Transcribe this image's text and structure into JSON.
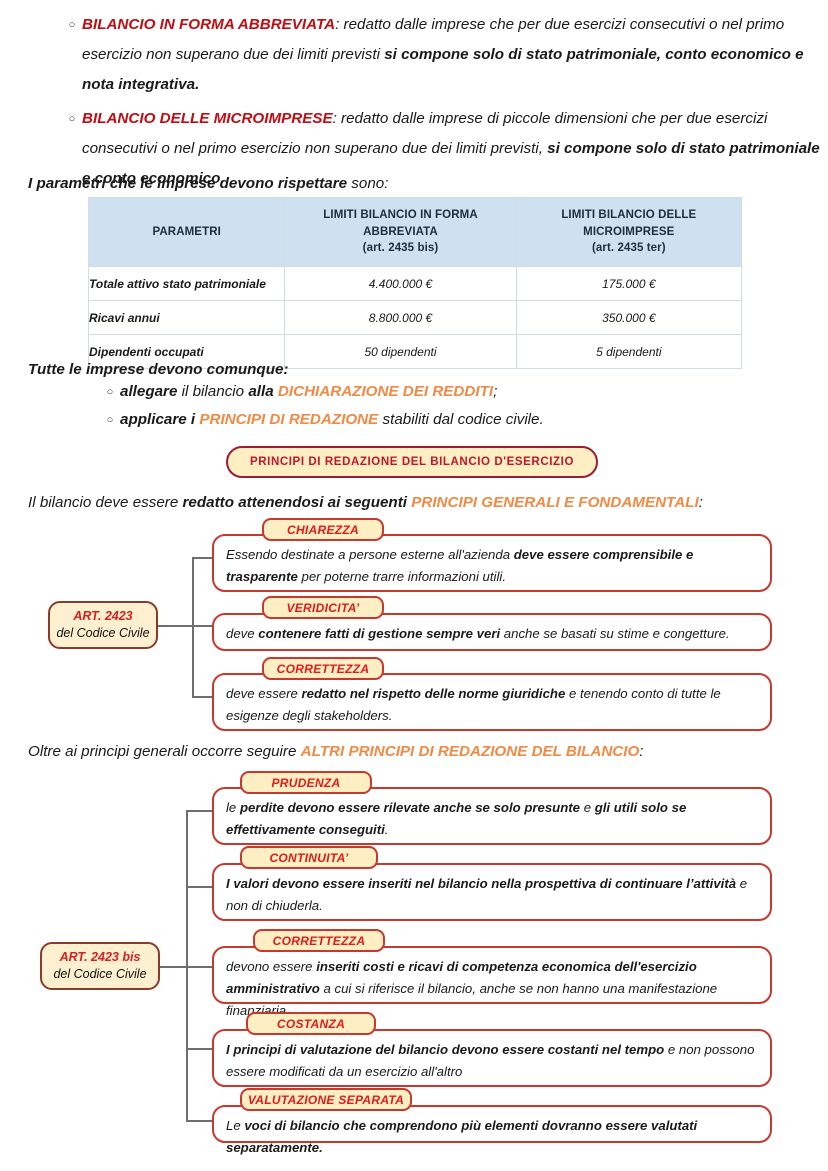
{
  "bullets": [
    {
      "marker": "○",
      "segments": [
        {
          "text": "BILANCIO IN FORMA ABBREVIATA",
          "style": "red-bold"
        },
        {
          "text": ": redatto dalle imprese che per due esercizi consecutivi o nel primo esercizio non superano due dei limiti previsti ",
          "style": "plain"
        },
        {
          "text": "si compone solo di stato patrimoniale, conto economico e nota integrativa.",
          "style": "bold"
        }
      ]
    },
    {
      "marker": "○",
      "segments": [
        {
          "text": "BILANCIO DELLE MICROIMPRESE",
          "style": "red-bold"
        },
        {
          "text": ": redatto dalle imprese di piccole dimensioni che per due esercizi consecutivi o nel primo esercizio non superano due dei limiti previsti, ",
          "style": "plain"
        },
        {
          "text": "si compone solo di stato patrimoniale e conto economico.",
          "style": "bold"
        }
      ]
    }
  ],
  "intro_table": {
    "bold_part": "I parametri che le imprese devono rispettare",
    "plain_part": " sono:"
  },
  "table": {
    "headers": [
      "PARAMETRI",
      "LIMITI BILANCIO IN FORMA ABBREVIATA (art. 2435 bis)",
      "LIMITI BILANCIO DELLE MICROIMPRESE (art. 2435 ter)"
    ],
    "header_lines": [
      [
        "PARAMETRI"
      ],
      [
        "LIMITI BILANCIO IN FORMA",
        "ABBREVIATA",
        "(art. 2435 bis)"
      ],
      [
        "LIMITI BILANCIO DELLE",
        "MICROIMPRESE",
        "(art. 2435 ter)"
      ]
    ],
    "rows": [
      {
        "param": "Totale attivo stato patrimoniale",
        "abbreviata": "4.400.000 €",
        "microimprese": "175.000 €"
      },
      {
        "param": "Ricavi annui",
        "abbreviata": "8.800.000 €",
        "microimprese": "350.000 €"
      },
      {
        "param": "Dipendenti occupati",
        "abbreviata": "50 dipendenti",
        "microimprese": "5 dipendenti"
      }
    ],
    "header_bg": "#cfe1f0"
  },
  "tutte_heading": "Tutte le imprese devono comunque:",
  "tutte_bullets": [
    {
      "marker": "○",
      "segments": [
        {
          "text": "allegare",
          "style": "bold"
        },
        {
          "text": " il bilancio ",
          "style": "plain"
        },
        {
          "text": "alla",
          "style": "bold"
        },
        {
          "text": " ",
          "style": "plain"
        },
        {
          "text": "DICHIARAZIONE DEI REDDITI",
          "style": "orange"
        },
        {
          "text": ";",
          "style": "plain"
        }
      ]
    },
    {
      "marker": "○",
      "segments": [
        {
          "text": "applicare i",
          "style": "bold"
        },
        {
          "text": " ",
          "style": "plain"
        },
        {
          "text": "PRINCIPI DI REDAZIONE",
          "style": "orange"
        },
        {
          "text": " stabiliti dal codice civile.",
          "style": "plain"
        }
      ]
    }
  ],
  "banner": {
    "label": "PRINCIPI DI REDAZIONE DEL BILANCIO D'ESERCIZIO",
    "border_color": "#9e1b32",
    "fill_color": "#fdeec3",
    "text_color": "#c0162c"
  },
  "lead_diagram1": {
    "plain1": "Il bilancio deve essere ",
    "bold": "redatto attenendosi ai seguenti",
    "plain2": " ",
    "orange": "PRINCIPI GENERALI E FONDAMENTALI",
    "plain3": ":"
  },
  "diagram1": {
    "node": {
      "line1": "ART. 2423",
      "line2": "del Codice Civile"
    },
    "items": [
      {
        "label": "CHIAREZZA",
        "segments": [
          {
            "text": "Essendo destinate a persone esterne all'azienda ",
            "style": "plain"
          },
          {
            "text": "deve essere comprensibile e trasparente",
            "style": "bold"
          },
          {
            "text": " per poterne trarre informazioni utili.",
            "style": "plain"
          }
        ]
      },
      {
        "label": "VERIDICITA’",
        "segments": [
          {
            "text": "deve ",
            "style": "plain"
          },
          {
            "text": "contenere fatti di gestione sempre veri",
            "style": "bold"
          },
          {
            "text": " anche se basati su stime e congetture.",
            "style": "plain"
          }
        ]
      },
      {
        "label": "CORRETTEZZA",
        "segments": [
          {
            "text": "deve essere ",
            "style": "plain"
          },
          {
            "text": "redatto nel rispetto delle norme giuridiche",
            "style": "bold"
          },
          {
            "text": " e tenendo conto di tutte le esigenze degli stakeholders.",
            "style": "plain"
          }
        ]
      }
    ]
  },
  "lead_diagram2": {
    "plain1": "Oltre ai principi generali occorre seguire ",
    "orange": "ALTRI PRINCIPI DI REDAZIONE DEL BILANCIO",
    "plain2": ":"
  },
  "diagram2": {
    "node": {
      "line1": "ART. 2423 bis",
      "line2": "del Codice Civile"
    },
    "items": [
      {
        "label": "PRUDENZA",
        "segments": [
          {
            "text": "le ",
            "style": "plain"
          },
          {
            "text": "perdite devono essere rilevate anche se solo presunte",
            "style": "bold"
          },
          {
            "text": " e ",
            "style": "plain"
          },
          {
            "text": "gli utili solo se effettivamente conseguiti",
            "style": "bold"
          },
          {
            "text": ".",
            "style": "plain"
          }
        ]
      },
      {
        "label": "CONTINUITA’",
        "segments": [
          {
            "text": "I valori devono essere inseriti nel bilancio nella prospettiva di continuare l’attività",
            "style": "bold"
          },
          {
            "text": " e non di chiuderla.",
            "style": "plain"
          }
        ]
      },
      {
        "label": "CORRETTEZZA",
        "segments": [
          {
            "text": "devono essere ",
            "style": "plain"
          },
          {
            "text": "inseriti costi e ricavi di competenza economica dell'esercizio amministrativo",
            "style": "bold"
          },
          {
            "text": " a cui si riferisce il bilancio, anche se non hanno una manifestazione finanziaria.",
            "style": "plain"
          }
        ]
      },
      {
        "label": "COSTANZA",
        "segments": [
          {
            "text": "I principi di valutazione del bilancio devono essere costanti nel tempo",
            "style": "bold"
          },
          {
            "text": " e non possono essere modificati da un esercizio all'altro",
            "style": "plain"
          }
        ]
      },
      {
        "label": "VALUTAZIONE  SEPARATA",
        "segments": [
          {
            "text": "Le ",
            "style": "plain"
          },
          {
            "text": "voci di bilancio che comprendono più elementi dovranno essere valutati separatamente.",
            "style": "bold"
          }
        ]
      }
    ]
  }
}
